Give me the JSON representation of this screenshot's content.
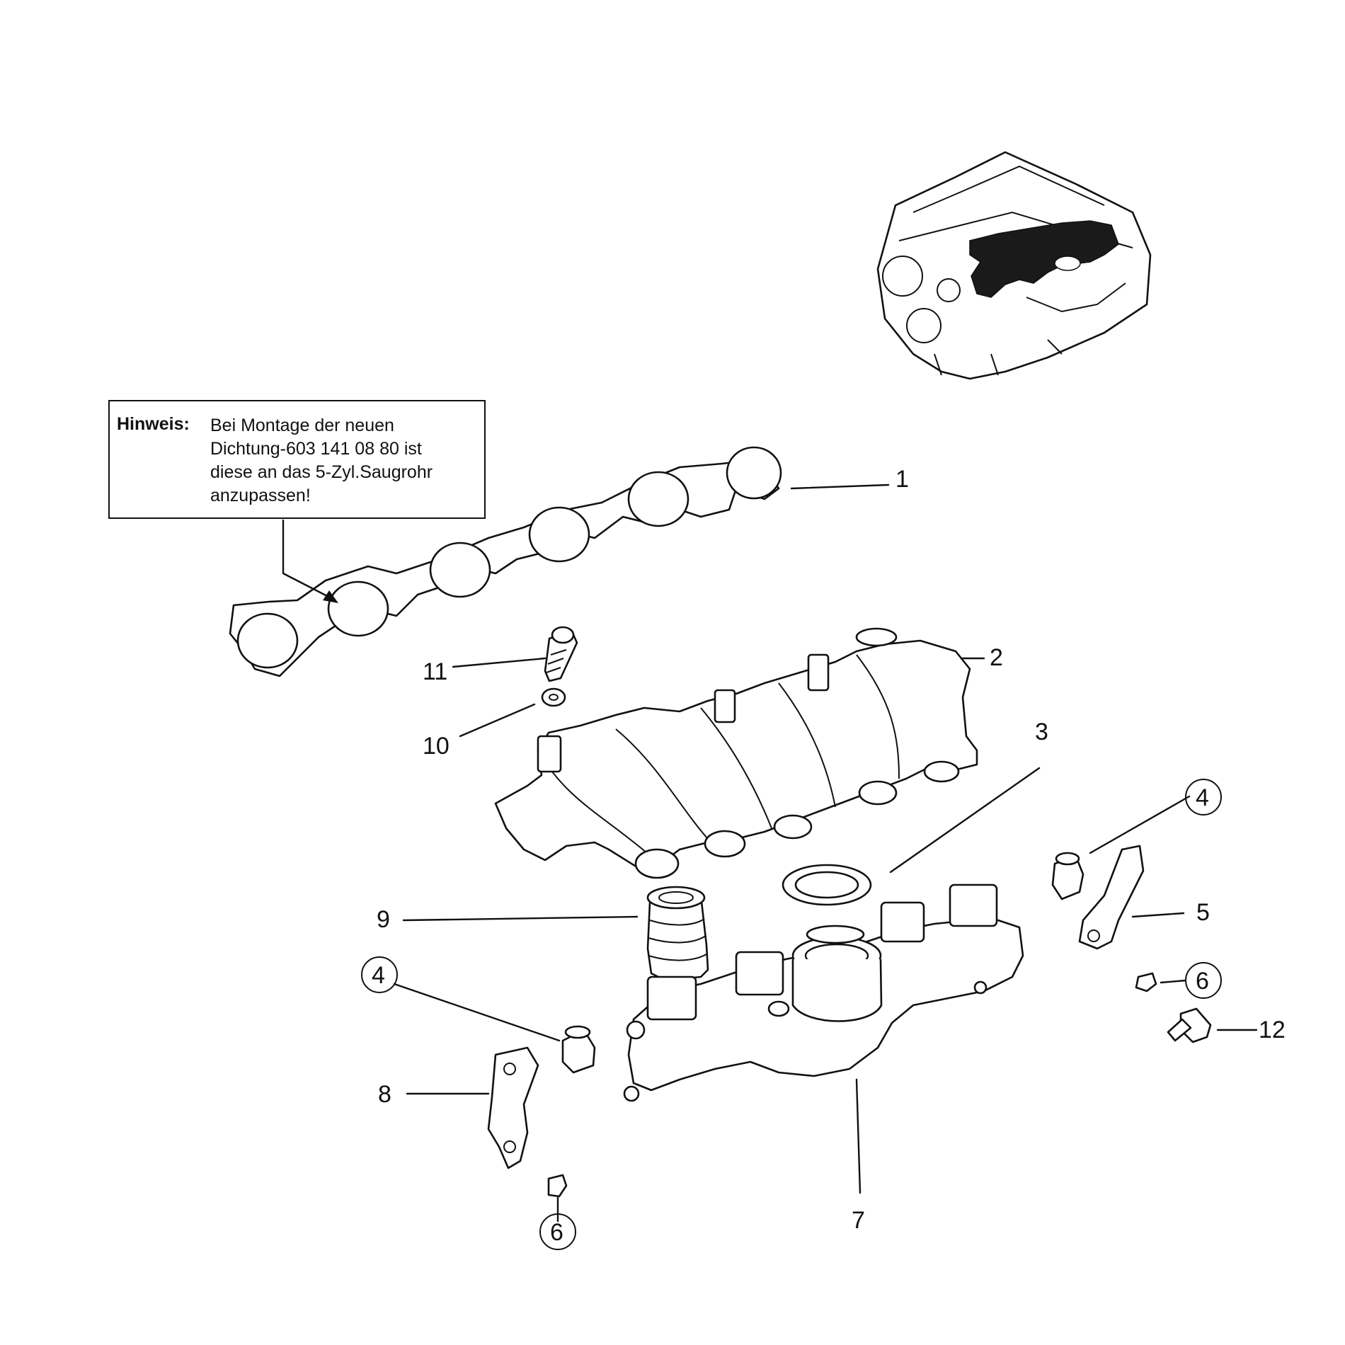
{
  "note": {
    "label": "Hinweis:",
    "lines": [
      "Bei Montage der neuen",
      "Dichtung-603 141 08 80 ist",
      "diese an das 5-Zyl.Saugrohr",
      "anzupassen!"
    ]
  },
  "callouts": {
    "c1": "1",
    "c2": "2",
    "c3": "3",
    "c4a": "4",
    "c4b": "4",
    "c5": "5",
    "c6a": "6",
    "c6b": "6",
    "c7": "7",
    "c8": "8",
    "c9": "9",
    "c10": "10",
    "c11": "11",
    "c12": "12"
  }
}
